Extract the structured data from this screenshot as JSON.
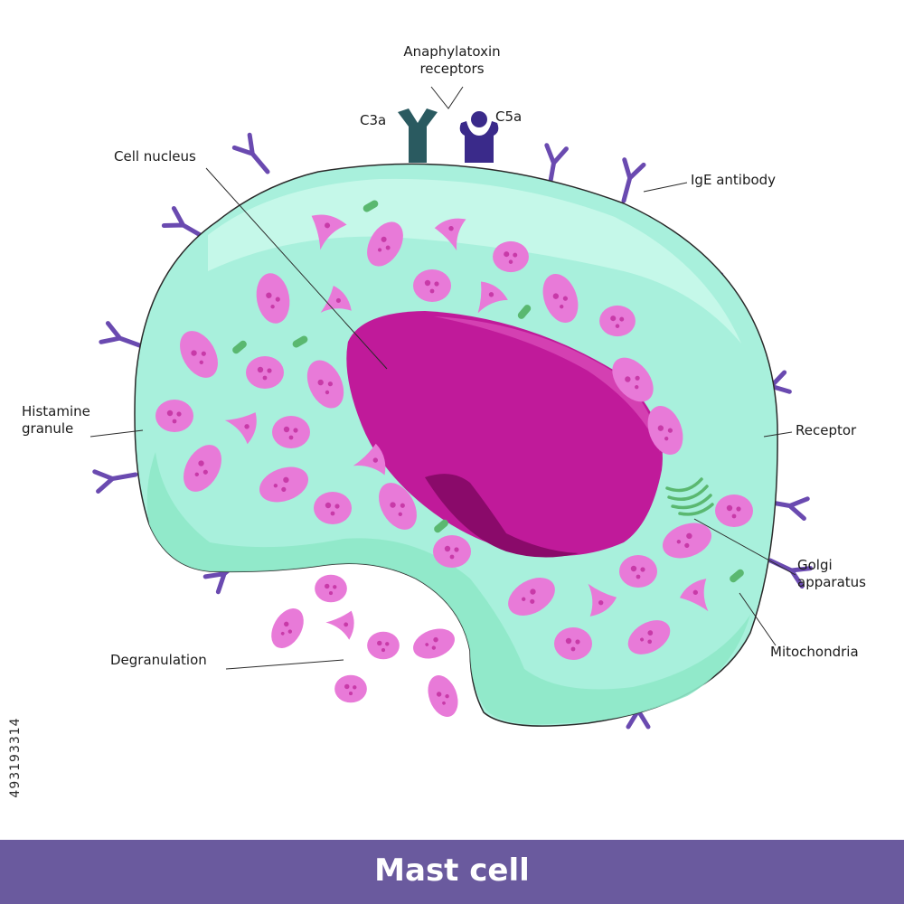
{
  "title": "Mast cell",
  "stock_id": "493193314",
  "labels": {
    "anaphylatoxin": [
      "Anaphylatoxin",
      "receptors"
    ],
    "c3a": "C3a",
    "c5a": "C5a",
    "cell_nucleus": "Cell nucleus",
    "ige_antibody": "IgE antibody",
    "histamine_granule": [
      "Histamine",
      "granule"
    ],
    "receptor": "Receptor",
    "golgi_apparatus": [
      "Golgi",
      "apparatus"
    ],
    "mitochondria": "Mitochondria",
    "degranulation": "Degranulation"
  },
  "colors": {
    "cytoplasm": "#a8f0dc",
    "cytoplasm_light": "#c8f8ea",
    "cytoplasm_dark": "#8ee8c8",
    "granule": "#e87ad8",
    "granule_dot": "#c83aa8",
    "nucleus": "#c01a9a",
    "nucleus_dark": "#8a0a6a",
    "antibody": "#6a4ab0",
    "c3a_receptor": "#2a5a60",
    "c5a_receptor": "#3a2a8a",
    "mitochondria": "#5ab870",
    "title_bar": "#6a5a9e"
  }
}
